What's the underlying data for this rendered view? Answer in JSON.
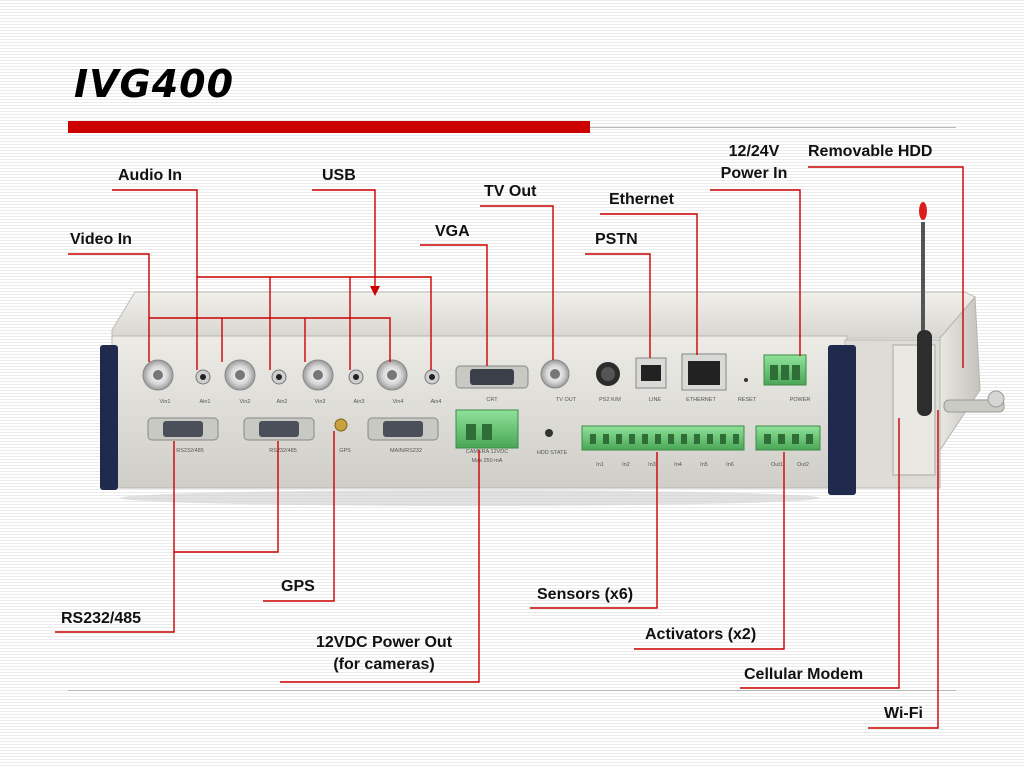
{
  "title": "IVG400",
  "labels": {
    "audio_in": "Audio In",
    "usb": "USB",
    "tv_out": "TV Out",
    "power_in": [
      "12/24V",
      "Power In"
    ],
    "removable_hdd": "Removable HDD",
    "ethernet": "Ethernet",
    "video_in": "Video In",
    "vga": "VGA",
    "pstn": "PSTN",
    "gps": "GPS",
    "rs232": "RS232/485",
    "power_out": [
      "12VDC Power Out",
      "(for cameras)"
    ],
    "sensors": "Sensors (x6)",
    "activators": "Activators (x2)",
    "cellular": "Cellular Modem",
    "wifi": "Wi-Fi"
  },
  "device_captions": {
    "vin1": "Vin1",
    "ain1": "Ain1",
    "vin2": "Vin2",
    "ain2": "Ain2",
    "vin3": "Vin3",
    "ain3": "Ain3",
    "vin4": "Vin4",
    "ain4": "Ain4",
    "crt": "CRT",
    "tv_out": "TV OUT",
    "ps2": "PS2 K/M",
    "line": "LINE",
    "ethernet": "ETHERNET",
    "reset": "RESET",
    "power": "POWER",
    "rs232_a": "RS232/485",
    "rs232_b": "RS232/485",
    "gps": "GPS",
    "main_rs232": "MAIN/RS232",
    "camera": "CAMERA 12VDC",
    "camera_max": "Max 250 mA",
    "hdd_state": "HDD STATE",
    "in1": "In1",
    "in2": "In2",
    "in3": "In3",
    "in4": "In4",
    "in5": "In5",
    "in6": "In6",
    "out1": "Out1",
    "out2": "Out2"
  },
  "colors": {
    "accent_red": "#cc0000",
    "device_panel": "#e3e2dc",
    "terminal_green": "#5fbf6a"
  }
}
